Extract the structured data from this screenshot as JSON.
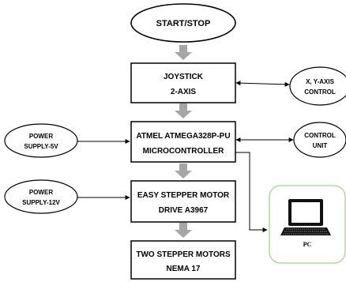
{
  "nodes": {
    "start_stop": "START/STOP",
    "joystick": [
      "JOYSTICK",
      "2-AXIS"
    ],
    "xy_control": [
      "X, Y-AXIS",
      "CONTROL"
    ],
    "power_5v": [
      "POWER",
      "SUPPLY-5V"
    ],
    "mcu": [
      "ATMEL ATMEGA328P-PU",
      "MICROCONTROLLER"
    ],
    "control_unit": [
      "CONTROL",
      "UNIT"
    ],
    "power_12v": [
      "POWER",
      "SUPPLY-12V"
    ],
    "driver": [
      "EASY STEPPER MOTOR",
      "DRIVE A3967"
    ],
    "pc": "PC",
    "motors": [
      "TWO STEPPER MOTORS",
      "NEMA 17"
    ]
  },
  "colors": {
    "block_arrow": "#a6a6a6",
    "pc_border": "#a9d08e",
    "line": "#000000"
  },
  "icons": {
    "pc": "laptop-icon"
  }
}
